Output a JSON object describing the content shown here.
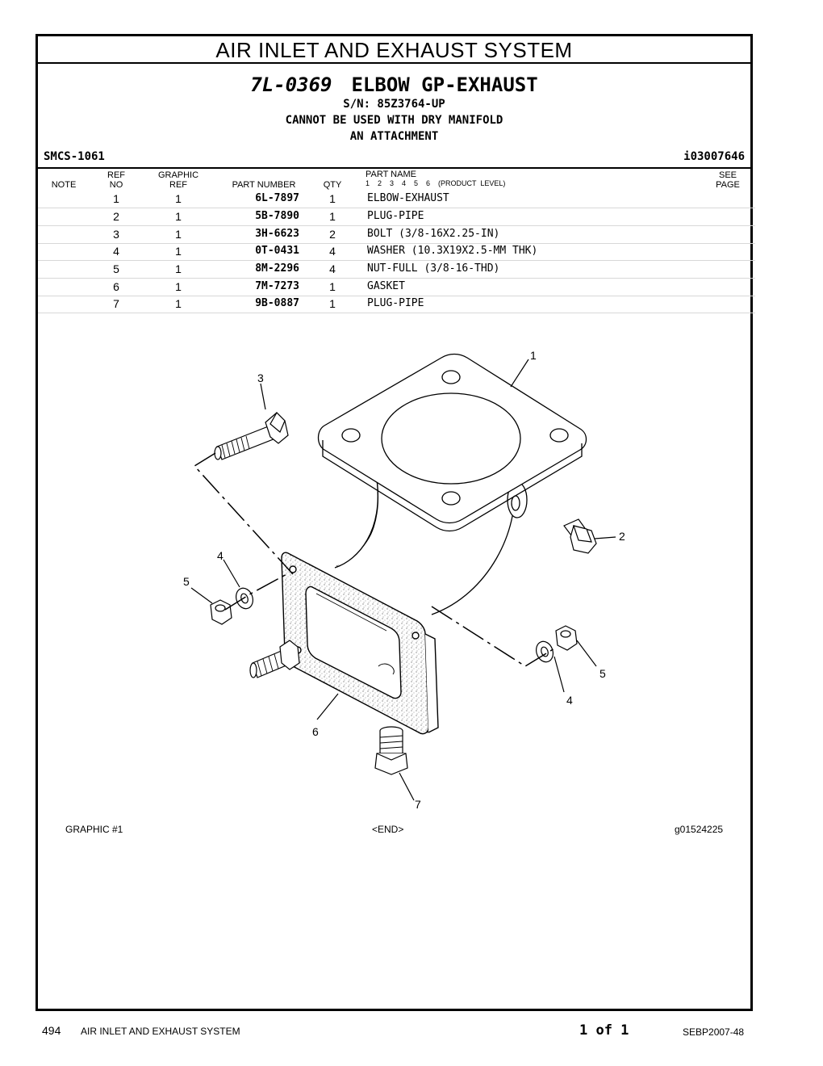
{
  "section_title": "AIR INLET AND EXHAUST SYSTEM",
  "group": {
    "number": "7L-0369",
    "name": "ELBOW GP-EXHAUST",
    "serial": "S/N: 85Z3764-UP",
    "note_line1": "CANNOT BE USED WITH  DRY MANIFOLD",
    "note_line2": "AN ATTACHMENT"
  },
  "smcs": "SMCS-1061",
  "info_id": "i03007646",
  "columns": {
    "note": "NOTE",
    "ref_top": "REF",
    "ref_bottom": "NO",
    "graphic_top": "GRAPHIC",
    "graphic_bottom": "REF",
    "part_number": "PART NUMBER",
    "qty": "QTY",
    "part_name": "PART  NAME",
    "levels": "1    2    3    4    5    6    (PRODUCT  LEVEL)",
    "see_top": "SEE",
    "see_bottom": "PAGE"
  },
  "parts": [
    {
      "ref": "1",
      "graphic_ref": "1",
      "part_number": "6L-7897",
      "qty": "1",
      "name": "ELBOW-EXHAUST"
    },
    {
      "ref": "2",
      "graphic_ref": "1",
      "part_number": "5B-7890",
      "qty": "1",
      "name": "PLUG-PIPE"
    },
    {
      "ref": "3",
      "graphic_ref": "1",
      "part_number": "3H-6623",
      "qty": "2",
      "name": "BOLT (3/8-16X2.25-IN)"
    },
    {
      "ref": "4",
      "graphic_ref": "1",
      "part_number": "0T-0431",
      "qty": "4",
      "name": "WASHER (10.3X19X2.5-MM THK)"
    },
    {
      "ref": "5",
      "graphic_ref": "1",
      "part_number": "8M-2296",
      "qty": "4",
      "name": "NUT-FULL (3/8-16-THD)"
    },
    {
      "ref": "6",
      "graphic_ref": "1",
      "part_number": "7M-7273",
      "qty": "1",
      "name": "GASKET"
    },
    {
      "ref": "7",
      "graphic_ref": "1",
      "part_number": "9B-0887",
      "qty": "1",
      "name": "PLUG-PIPE"
    }
  ],
  "callouts": [
    "1",
    "2",
    "3",
    "4",
    "5",
    "4",
    "5",
    "6",
    "7"
  ],
  "graphic_label": "GRAPHIC  #1",
  "end_label": "<END>",
  "graphic_id": "g01524225",
  "footer": {
    "page_number": "494",
    "section": "AIR  INLET  AND  EXHAUST  SYSTEM",
    "page_count": "1 of 1",
    "doc_id": "SEBP2007-48"
  }
}
